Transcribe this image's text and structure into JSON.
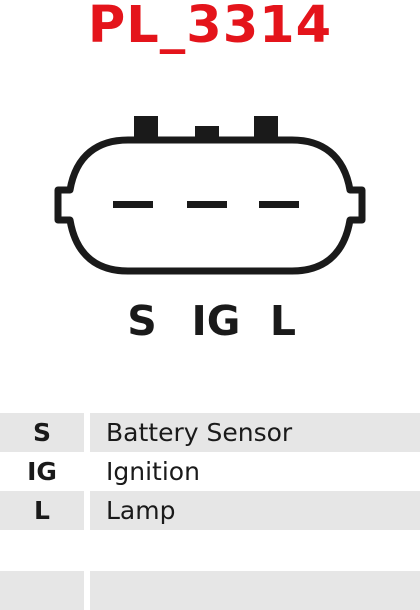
{
  "title": "PL_3314",
  "colors": {
    "title": "#e4141b",
    "outline": "#1a1a1a",
    "row_shade": "#e6e6e6"
  },
  "pins": [
    "S",
    "IG",
    "L"
  ],
  "table": {
    "rows": [
      {
        "code": "S",
        "description": "Battery Sensor"
      },
      {
        "code": "IG",
        "description": "Ignition"
      },
      {
        "code": "L",
        "description": "Lamp"
      },
      {
        "code": "",
        "description": ""
      },
      {
        "code": "",
        "description": ""
      }
    ]
  }
}
